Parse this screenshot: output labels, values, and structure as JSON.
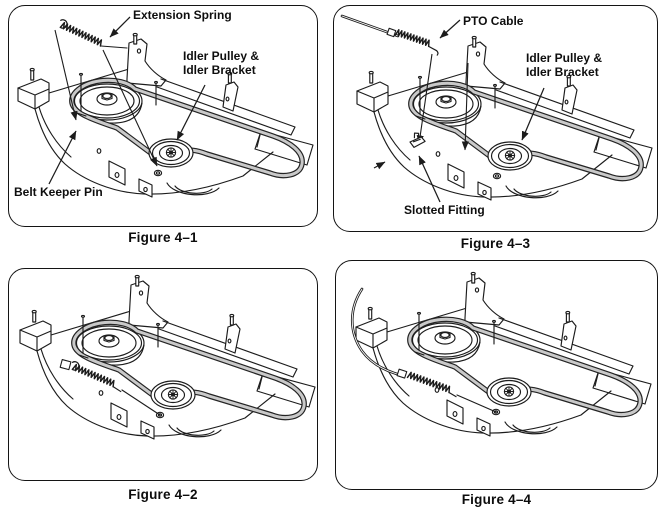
{
  "page": {
    "background": "#ffffff"
  },
  "style": {
    "line_color": "#1c1c1c",
    "belt_edge_color": "#242424",
    "belt_fill_color": "#c9c9c9",
    "text_color": "#0e0e0e",
    "panel_border_color": "#141414"
  },
  "figures": [
    {
      "id": "figure-4-1",
      "caption": "Figure 4–1",
      "illustration": "mower-deck-belt-drive-extension-spring-detached",
      "labels": {
        "extension_spring": "Extension Spring",
        "idler_line1": "Idler Pulley &",
        "idler_line2": "Idler Bracket",
        "belt_keeper_pin": "Belt Keeper Pin"
      }
    },
    {
      "id": "figure-4-3",
      "caption": "Figure 4–3",
      "illustration": "mower-deck-belt-drive-pto-cable-detached",
      "labels": {
        "pto_cable": "PTO Cable",
        "idler_line1": "Idler Pulley &",
        "idler_line2": "Idler Bracket",
        "slotted_fitting": "Slotted Fitting"
      }
    },
    {
      "id": "figure-4-2",
      "caption": "Figure 4–2",
      "illustration": "mower-deck-belt-drive-spring-installed",
      "labels": {}
    },
    {
      "id": "figure-4-4",
      "caption": "Figure 4–4",
      "illustration": "mower-deck-belt-drive-cable-installed",
      "labels": {}
    }
  ]
}
